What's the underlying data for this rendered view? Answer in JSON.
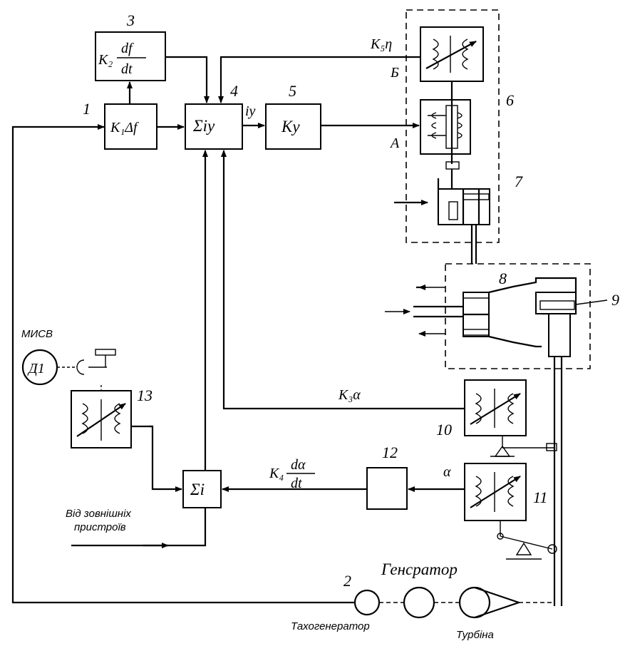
{
  "blocks": {
    "b1": {
      "num": "1",
      "formula": "K₁Δf"
    },
    "b3": {
      "num": "3",
      "k": "K₂",
      "num_top": "df",
      "num_bottom": "dt"
    },
    "b4": {
      "num": "4",
      "formula": "Σiу"
    },
    "b5": {
      "num": "5",
      "formula": "Kу"
    },
    "b6": {
      "num": "6"
    },
    "b7": {
      "num": "7"
    },
    "b8": {
      "num": "8"
    },
    "b9": {
      "num": "9"
    },
    "b10": {
      "num": "10"
    },
    "b11": {
      "num": "11"
    },
    "b12": {
      "num": "12"
    },
    "b13": {
      "num": "13"
    },
    "sum_i": {
      "formula": "Σi"
    },
    "b2": {
      "num": "2"
    }
  },
  "signals": {
    "iy": "iу",
    "k5": "K₅η",
    "k3": "K₃α",
    "k4": "K₄",
    "k4_top": "dα",
    "k4_bottom": "dt",
    "alpha": "α",
    "point_a": "А",
    "point_b": "Б"
  },
  "labels": {
    "misv": "МИСВ",
    "motor": "Д1",
    "external": "Від зовнішніх",
    "external2": "пристроїв",
    "generator": "Генсратор",
    "tachogen": "Тахогенератор",
    "turbine": "Турбіна"
  }
}
